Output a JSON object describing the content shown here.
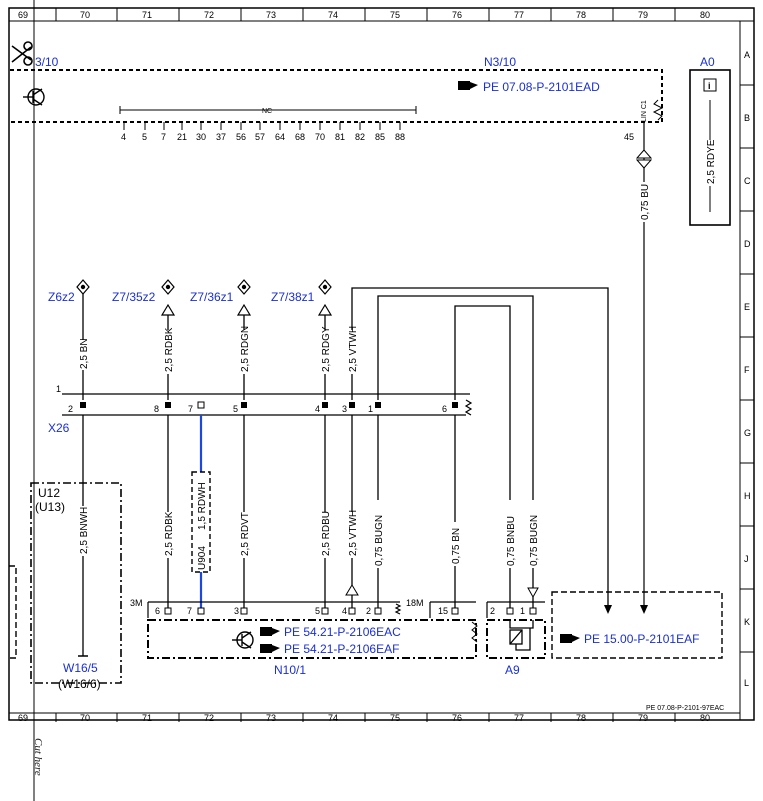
{
  "page_ref": "PE 07.08-P-2101-97EAC",
  "grid_columns": [
    "69",
    "70",
    "71",
    "72",
    "73",
    "74",
    "75",
    "76",
    "77",
    "78",
    "79",
    "80"
  ],
  "grid_rows": [
    "A",
    "B",
    "C",
    "D",
    "E",
    "F",
    "G",
    "H",
    "J",
    "K",
    "L"
  ],
  "cut_label": "Cut here",
  "components": {
    "n3_10": {
      "id": "N3/10",
      "partial_id": "3/10",
      "ref": "PE 07.08-P-2101EAD",
      "nc": "NC",
      "pins": [
        "4",
        "5",
        "7",
        "21",
        "30",
        "37",
        "56",
        "57",
        "64",
        "68",
        "70",
        "81",
        "82",
        "85",
        "88"
      ],
      "pin45": "45",
      "bus_label": "LIN C1"
    },
    "a0": {
      "id": "A0",
      "wire": "2,5 RDYE"
    },
    "z6z2": "Z6z2",
    "z7_35z2": "Z7/35z2",
    "z7_36z1": "Z7/36z1",
    "z7_38z1": "Z7/38z1",
    "x26": {
      "id": "X26",
      "pins": [
        "1",
        "2",
        "8",
        "7",
        "5",
        "4",
        "3",
        "1",
        "6"
      ]
    },
    "u12": {
      "id": "U12",
      "alt": "(U13)"
    },
    "w16_5": {
      "id": "W16/5",
      "alt": "(W16/6)"
    },
    "u904": "U904",
    "n10_1": {
      "id": "N10/1",
      "ref1": "PE 54.21-P-2106EAC",
      "ref2": "PE 54.21-P-2106EAF",
      "conn1": "3M",
      "conn2": "18M",
      "pins": [
        "6",
        "7",
        "3",
        "5",
        "4",
        "2",
        "15"
      ]
    },
    "a9": {
      "id": "A9",
      "pins": [
        "2",
        "1"
      ]
    },
    "ref_15": "PE 15.00-P-2101EAF"
  },
  "wires": {
    "w_bu": "0,75 BU",
    "w_bn": "2,5 BN",
    "w_rdbk": "2,5 RDBK",
    "w_rdgn": "2,5 RDGN",
    "w_rdgy": "2,5 RDGY",
    "w_vtwh": "2,5 VTWH",
    "w_bnwh": "2,5 BNWH",
    "w_rdbk2": "2,5 RDBK",
    "w_rdwh": "1,5 RDWH",
    "w_rdvt": "2,5 RDVT",
    "w_rdbu": "2,5 RDBU",
    "w_vtwh2": "2,5 VTWH",
    "w_bugn": "0,75 BUGN",
    "w_bn2": "0,75 BN",
    "w_bnbu": "0,75 BNBU",
    "w_bugn2": "0,75 BUGN"
  }
}
